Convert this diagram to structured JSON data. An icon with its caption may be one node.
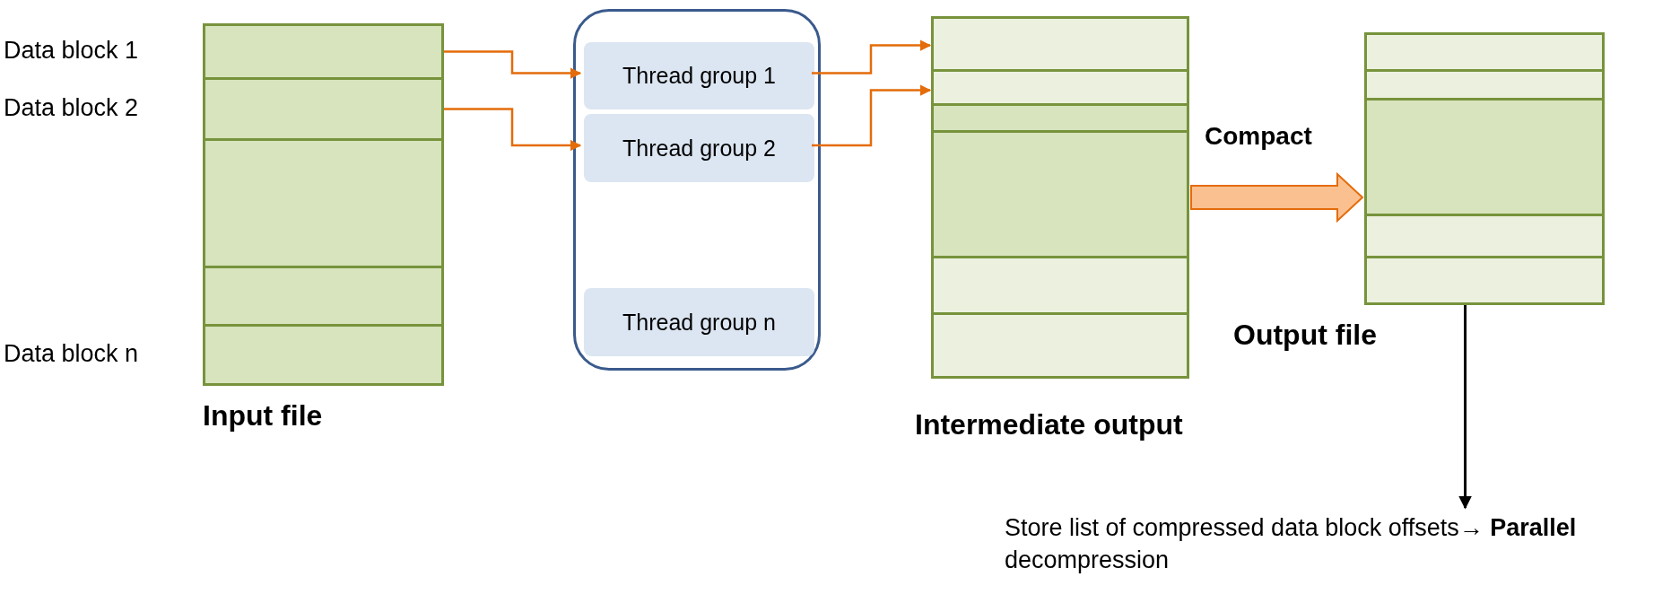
{
  "diagram": {
    "nodes": [
      {
        "text": [
          "Input file"
        ]
      },
      {
        "text": [
          "Data block 1"
        ],
        "in": 0
      },
      {
        "text": [
          "Data block 2"
        ],
        "in": 0
      },
      {
        "text": [],
        "shape": "box",
        "in": 0
      },
      {
        "text": [],
        "shape": "box",
        "in": 0
      },
      {
        "text": [
          "Data block n"
        ],
        "in": 0
      },
      {
        "text": [],
        "shape": "box"
      },
      {
        "text": [
          "Thread group 1"
        ],
        "in": 6
      },
      {
        "text": [
          "Thread group 2"
        ],
        "in": 6
      },
      {
        "text": [
          "Thread group n"
        ],
        "in": 6
      },
      {
        "text": [
          "Intermediate output"
        ]
      },
      {
        "text": [],
        "shape": "box",
        "in": 10
      },
      {
        "text": [],
        "shape": "box",
        "in": 10
      },
      {
        "text": [],
        "shape": "box",
        "in": 10
      },
      {
        "text": [],
        "shape": "box",
        "in": 10
      },
      {
        "text": [],
        "shape": "box",
        "in": 10
      },
      {
        "text": [],
        "shape": "box",
        "in": 10
      },
      {
        "text": [
          "Output file"
        ]
      },
      {
        "text": [],
        "shape": "box",
        "in": 17
      },
      {
        "text": [],
        "shape": "box",
        "in": 17
      },
      {
        "text": [],
        "shape": "box",
        "in": 17
      },
      {
        "text": [],
        "shape": "box",
        "in": 17
      },
      {
        "text": [],
        "shape": "box",
        "in": 17
      },
      {
        "text": [
          "Store list of compressed data block offsets→ **Parallel** decompression"
        ]
      }
    ],
    "edges": [
      {
        "from": 1,
        "to": 7,
        "arrow": "to"
      },
      {
        "from": 2,
        "to": 8,
        "arrow": "to"
      },
      {
        "from": 7,
        "to": 11,
        "arrow": "to"
      },
      {
        "from": 8,
        "to": 12,
        "arrow": "to"
      },
      {
        "from": 10,
        "to": 17,
        "arrow": "to",
        "label": "Compact",
        "style": "thick"
      },
      {
        "from": 17,
        "to": 23,
        "arrow": "to",
        "color": "#000000"
      }
    ]
  }
}
